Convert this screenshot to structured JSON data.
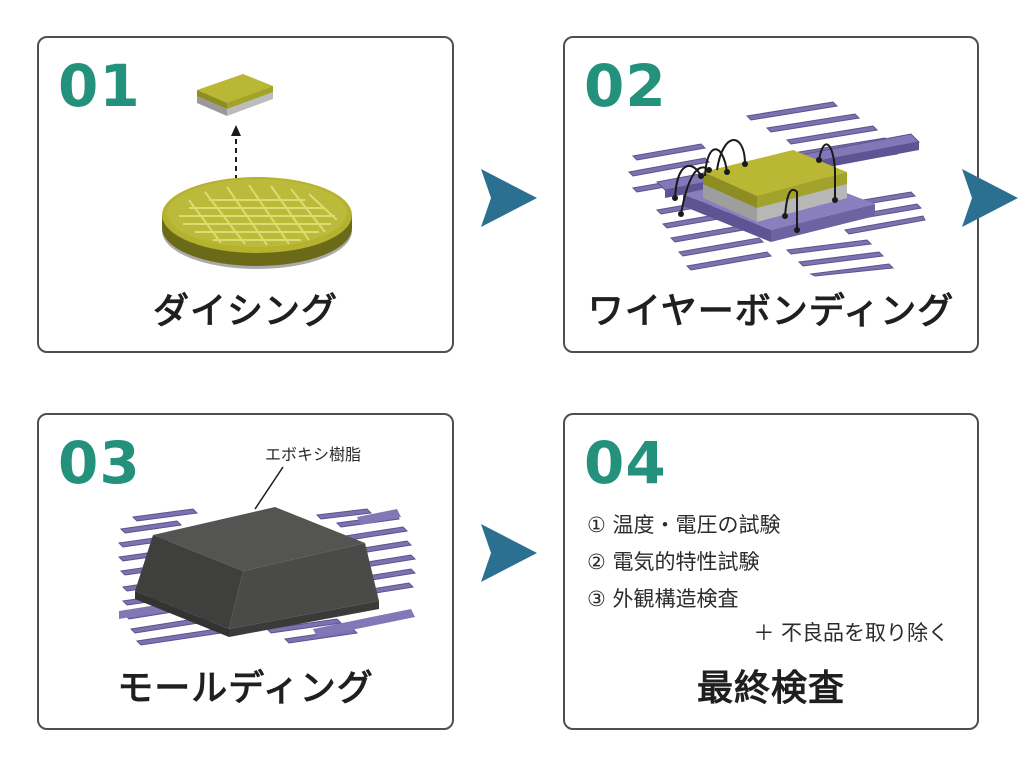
{
  "steps": [
    {
      "number": "01",
      "title": "ダイシング"
    },
    {
      "number": "02",
      "title": "ワイヤーボンディング"
    },
    {
      "number": "03",
      "title": "モールディング",
      "callout": "エボキシ樹脂"
    },
    {
      "number": "04",
      "title": "最終検査",
      "checks": [
        "① 温度・電圧の試験",
        "② 電気的特性試験",
        "③ 外観構造検査"
      ],
      "note": "＋ 不良品を取り除く"
    }
  ],
  "colors": {
    "number": "#23917b",
    "arrow": "#2b6f91",
    "chip_top": "#b5b535",
    "lead": "#7d72b0",
    "resin": "#4b4c4a",
    "border": "#4f4f4f"
  },
  "icons": [
    "play-arrow-icon",
    "chip-icon",
    "wafer-icon",
    "lead-frame-icon",
    "resin-package-icon"
  ]
}
